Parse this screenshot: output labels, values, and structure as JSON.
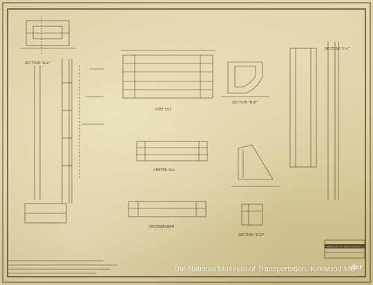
{
  "watermark": {
    "text": "The National Museum of Transportation, Kirkwood MO"
  },
  "logo": {
    "text": "dcr"
  },
  "title_block": {
    "company": "AMERICAN CAR AND FOUNDRY CO."
  },
  "views": {
    "section_a": "SECTION \"A-A\"",
    "section_b": "SECTION \"B-B\"",
    "section_c": "SECTION \"C-C\"",
    "section_d": "SECTION \"D-D\"",
    "sill": "SIDE SILL",
    "center": "CENTER SILL",
    "cross": "CROSSBEARER"
  }
}
